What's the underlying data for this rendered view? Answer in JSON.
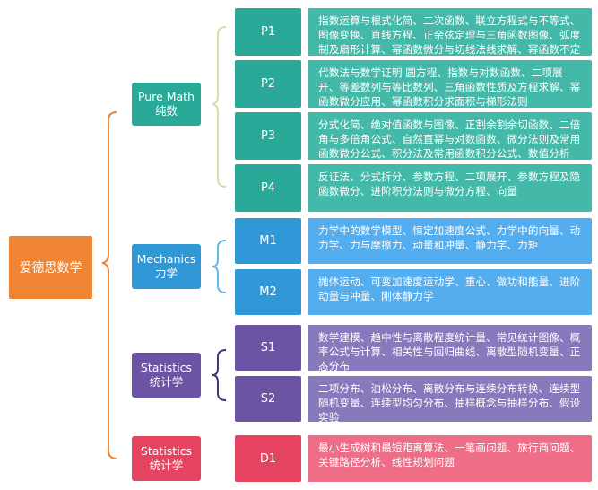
{
  "root": {
    "label": "爱德思数学"
  },
  "colors": {
    "root": "#ee8434",
    "pure_math": "#2aa998",
    "pure_math_light": "#45b9a9",
    "mechanics": "#3198d7",
    "mechanics_light": "#54adee",
    "statistics": "#6a54a3",
    "statistics_light": "#8878bc",
    "decision": "#e4445f",
    "decision_light": "#ed6e86",
    "bracket_root": "#ee8434",
    "bracket_pure": "#d6dea8",
    "bracket_mech": "#66b6ee",
    "bracket_stat": "#43327d"
  },
  "branches": [
    {
      "name_en": "Pure Math",
      "name_cn": "纯数",
      "units": [
        {
          "code": "P1",
          "desc": "指数运算与根式化简、二次函数、联立方程式与不等式、图像变换、直线方程、正余弦定理与三角函数图像、弧度制及扇形计算、幂函数微分与切线法线求解、幂函数不定积分"
        },
        {
          "code": "P2",
          "desc": "代数法与数学证明 圆方程、指数与对数函数、二项展开、等差数列与等比数列、三角函数性质及方程求解、幂函数微分应用、幂函数积分求面积与梯形法则"
        },
        {
          "code": "P3",
          "desc": "分式化简、绝对值函数与图像、正割余割余切函数、二倍角与多倍角公式、自然直幂与对数函数、微分法则及常用函数微分公式、积分法及常用函数积分公式、数值分析"
        },
        {
          "code": "P4",
          "desc": "反证法、分式拆分、参数方程、二项展开、参数方程及隐函数微分、进阶积分法则与微分方程、向量"
        }
      ]
    },
    {
      "name_en": "Mechanics",
      "name_cn": "力学",
      "units": [
        {
          "code": "M1",
          "desc": "力学中的数学模型、恒定加速度公式、力学中的向量、动力学、力与摩擦力、动量和冲量、静力学、力矩"
        },
        {
          "code": "M2",
          "desc": "抛体运动、可变加速度运动学、重心、做功和能量、进阶动量与冲量、刚体静力学"
        }
      ]
    },
    {
      "name_en": "Statistics",
      "name_cn": "统计学",
      "units": [
        {
          "code": "S1",
          "desc": "数学建模、趋中性与离散程度统计量、常见统计图像、概率公式与计算、相关性与回归曲线、离散型随机变量、正态分布"
        },
        {
          "code": "S2",
          "desc": "二项分布、泊松分布、离散分布与连续分布转换、连续型随机变量、连续型均匀分布、抽样概念与抽样分布、假设实验"
        }
      ]
    },
    {
      "name_en": "Statistics",
      "name_cn": "统计学",
      "units": [
        {
          "code": "D1",
          "desc": "最小生成树和最短距离算法、一笔画问题、旅行商问题、关键路径分析、线性规划问题"
        }
      ]
    }
  ]
}
